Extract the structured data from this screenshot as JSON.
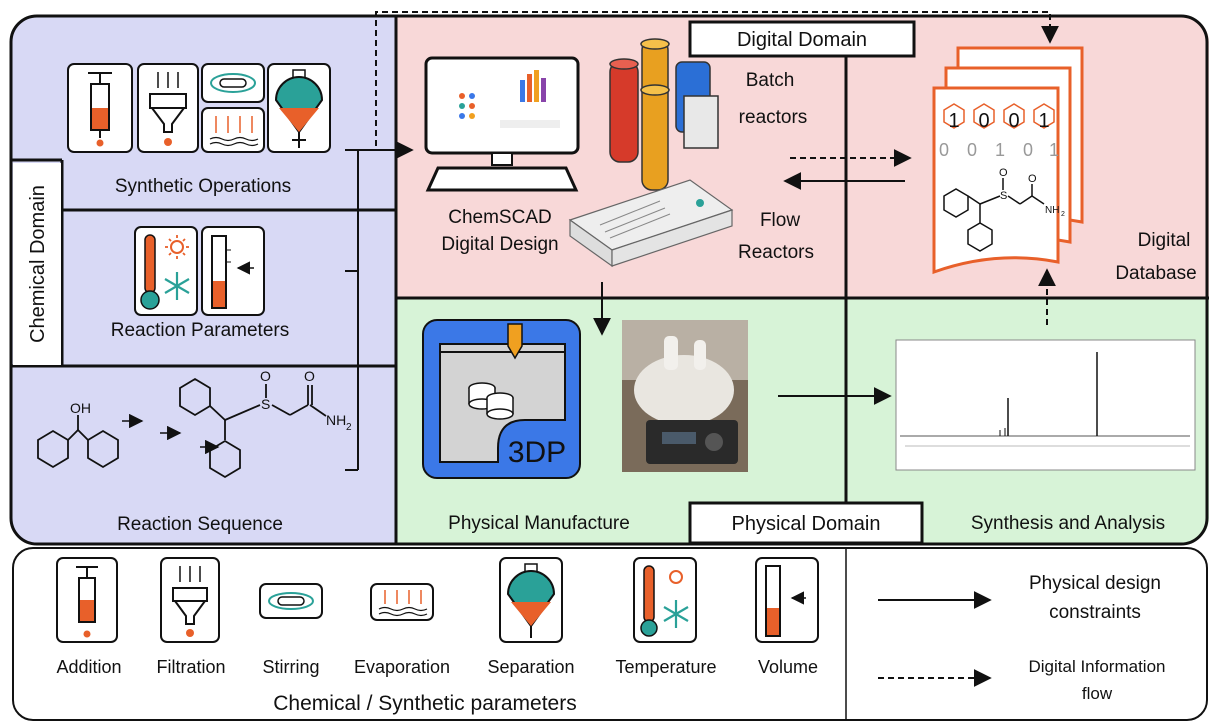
{
  "top": {
    "chemical_domain": "Chemical Domain",
    "digital_domain": "Digital Domain",
    "physical_domain": "Physical Domain",
    "synthetic_operations": "Synthetic Operations",
    "reaction_parameters": "Reaction Parameters",
    "reaction_sequence": "Reaction Sequence",
    "chemscad_line1": "ChemSCAD",
    "chemscad_line2": "Digital Design",
    "batch_line1": "Batch",
    "batch_line2": "reactors",
    "flow_line1": "Flow",
    "flow_line2": "Reactors",
    "digital_db_line1": "Digital",
    "digital_db_line2": "Database",
    "physical_manufacture": "Physical Manufacture",
    "synthesis_analysis": "Synthesis and Analysis",
    "printer_badge": "3DP",
    "binary_row1": [
      "1",
      "0",
      "0",
      "1"
    ],
    "binary_row2": [
      "0",
      "0",
      "1",
      "0",
      "1"
    ],
    "mol_oh": "OH",
    "mol_o": "O",
    "mol_s": "S",
    "mol_nh2": "NH",
    "mol_nh2_sub": "2"
  },
  "legend": {
    "items": [
      "Addition",
      "Filtration",
      "Stirring",
      "Evaporation",
      "Separation",
      "Temperature",
      "Volume"
    ],
    "caption": "Chemical / Synthetic parameters",
    "solid_line1": "Physical design",
    "solid_line2": "constraints",
    "dashed_line1": "Digital Information",
    "dashed_line2": "flow"
  },
  "colors": {
    "chemical_bg": "#d8d9f5",
    "digital_bg": "#f8d8d8",
    "physical_bg": "#d7f3d7",
    "accent_orange": "#e8602a",
    "teal": "#2aa198",
    "printer_blue": "#3b78e7"
  }
}
